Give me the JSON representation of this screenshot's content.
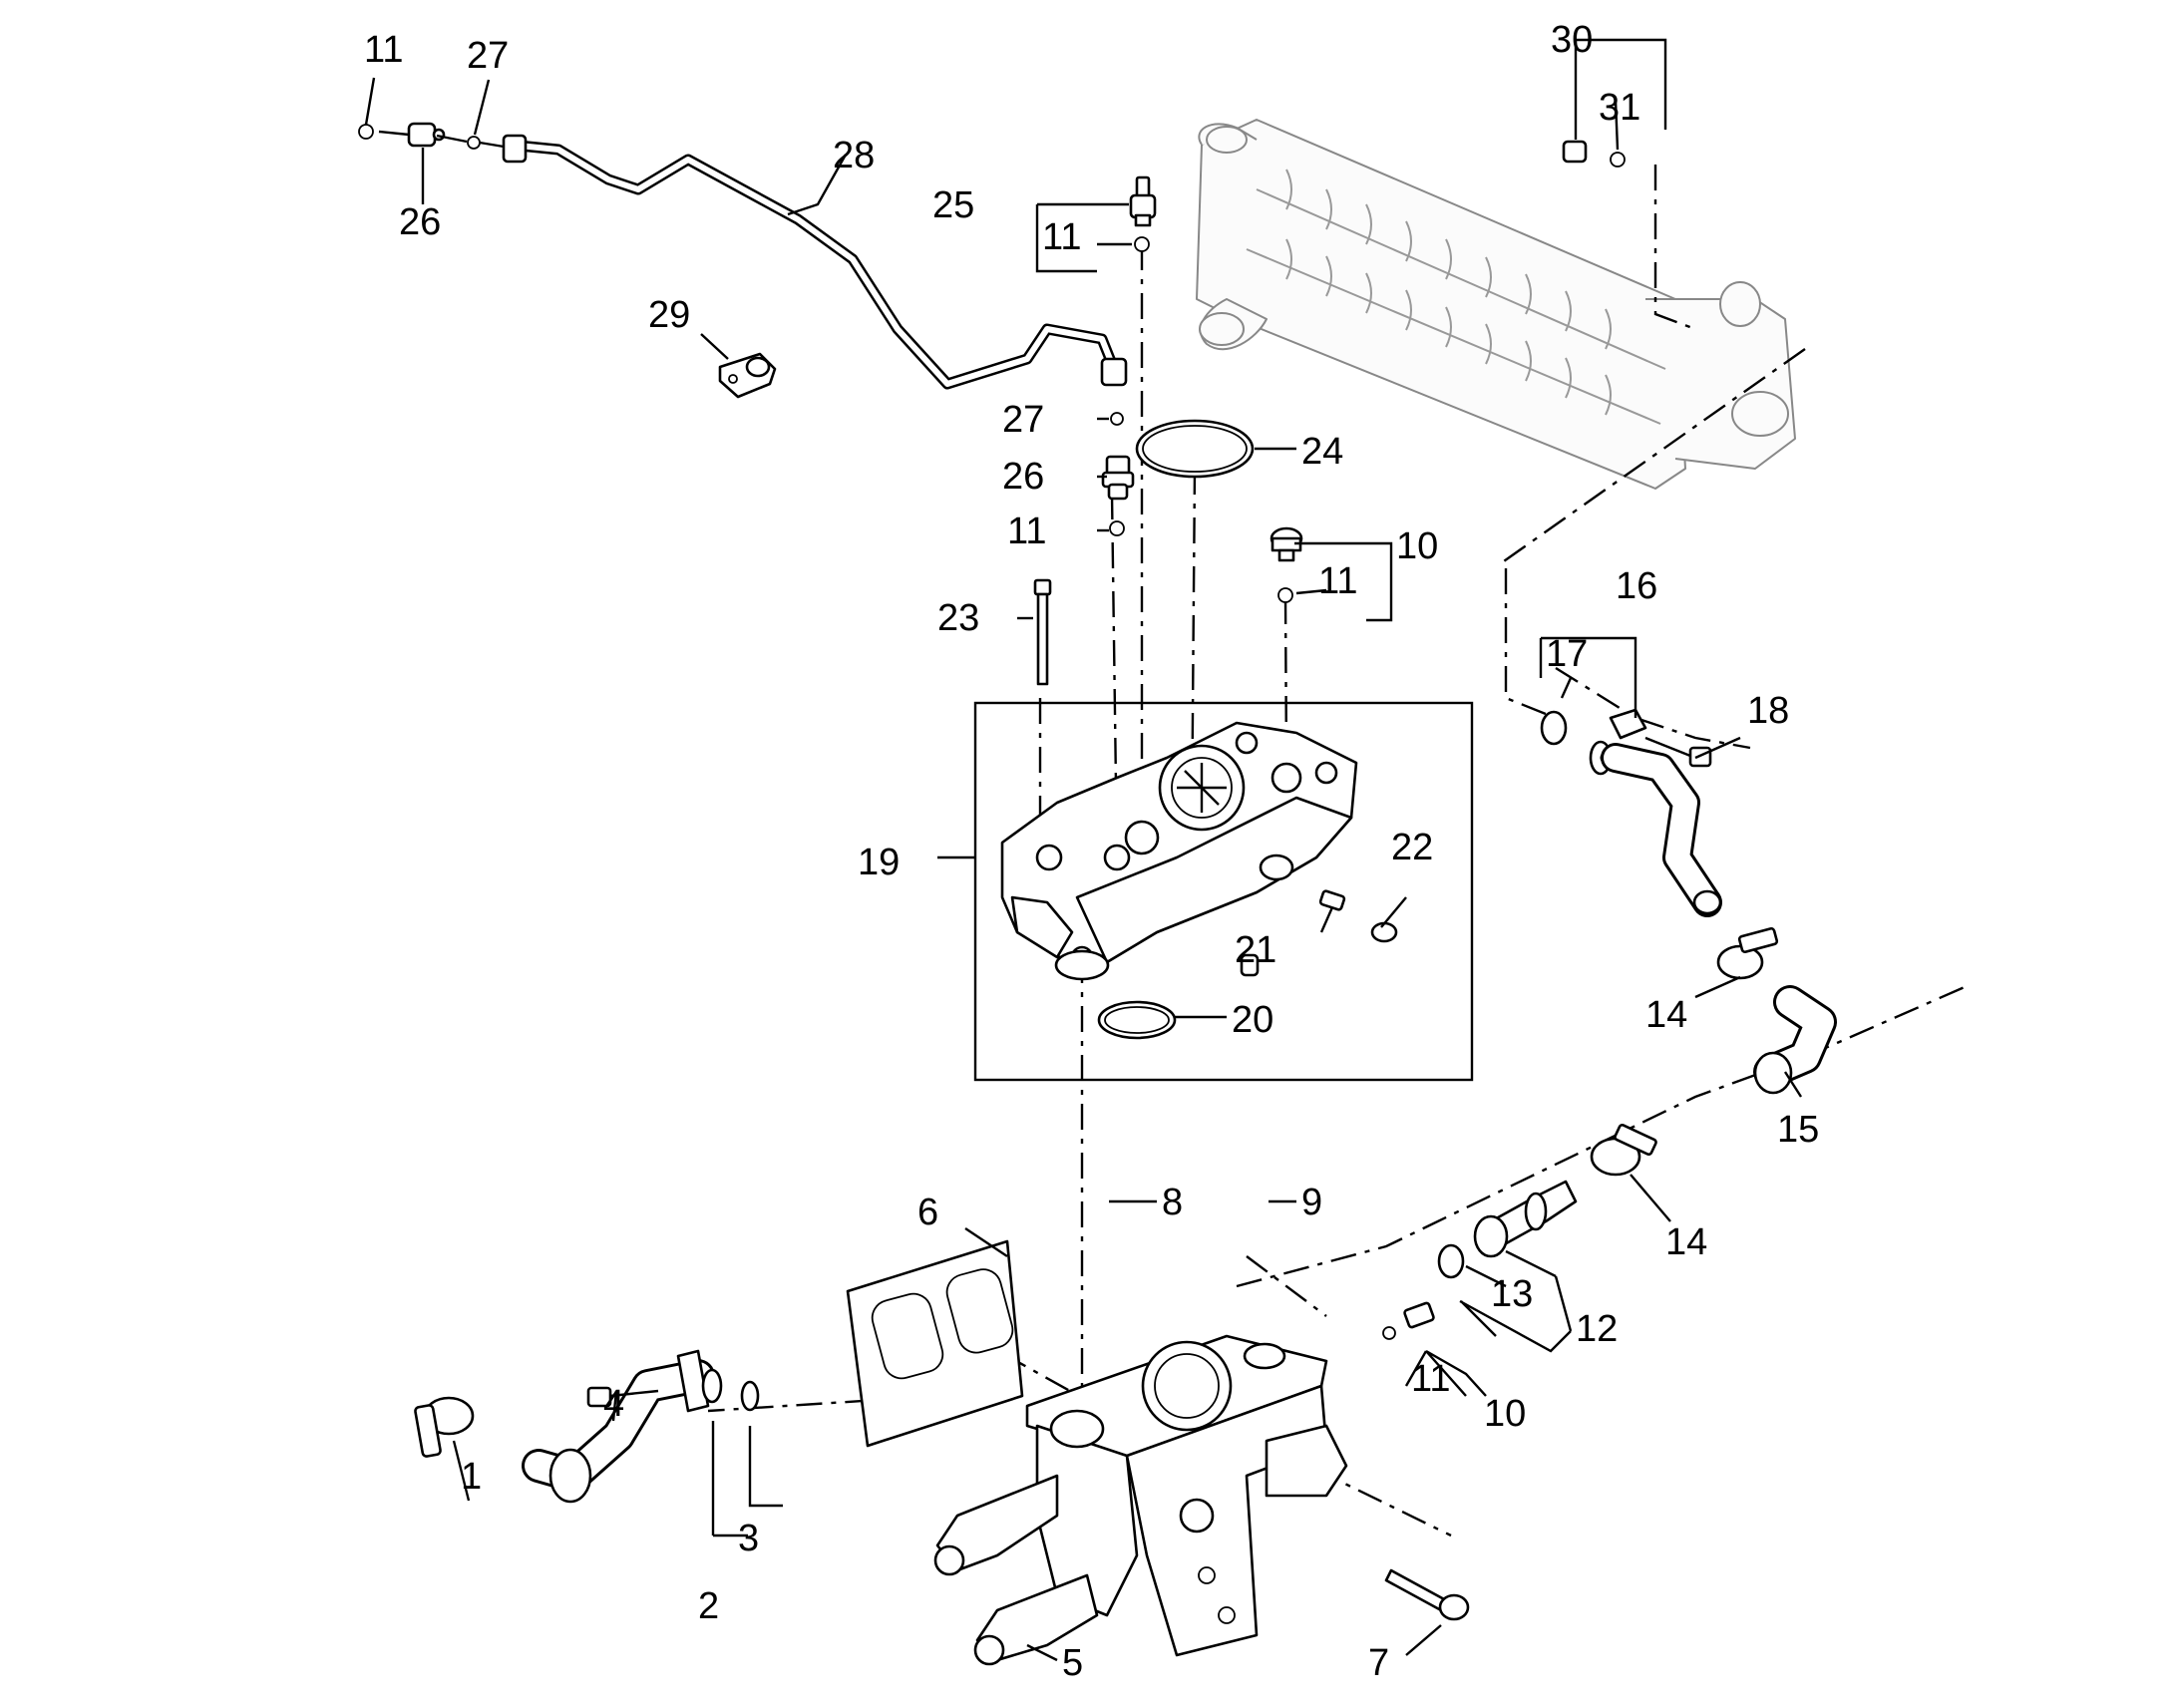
{
  "diagram": {
    "callouts": [
      {
        "id": "c1",
        "text": "1"
      },
      {
        "id": "c2",
        "text": "2"
      },
      {
        "id": "c3",
        "text": "3"
      },
      {
        "id": "c4",
        "text": "4"
      },
      {
        "id": "c5",
        "text": "5"
      },
      {
        "id": "c6",
        "text": "6"
      },
      {
        "id": "c7",
        "text": "7"
      },
      {
        "id": "c8",
        "text": "8"
      },
      {
        "id": "c9",
        "text": "9"
      },
      {
        "id": "c10a",
        "text": "10"
      },
      {
        "id": "c10b",
        "text": "10"
      },
      {
        "id": "c11a",
        "text": "11"
      },
      {
        "id": "c11b",
        "text": "11"
      },
      {
        "id": "c11c",
        "text": "11"
      },
      {
        "id": "c11d",
        "text": "11"
      },
      {
        "id": "c11e",
        "text": "11"
      },
      {
        "id": "c12",
        "text": "12"
      },
      {
        "id": "c13",
        "text": "13"
      },
      {
        "id": "c14a",
        "text": "14"
      },
      {
        "id": "c14b",
        "text": "14"
      },
      {
        "id": "c15",
        "text": "15"
      },
      {
        "id": "c16",
        "text": "16"
      },
      {
        "id": "c17",
        "text": "17"
      },
      {
        "id": "c18",
        "text": "18"
      },
      {
        "id": "c19",
        "text": "19"
      },
      {
        "id": "c20",
        "text": "20"
      },
      {
        "id": "c21",
        "text": "21"
      },
      {
        "id": "c22",
        "text": "22"
      },
      {
        "id": "c23",
        "text": "23"
      },
      {
        "id": "c24",
        "text": "24"
      },
      {
        "id": "c25",
        "text": "25"
      },
      {
        "id": "c26a",
        "text": "26"
      },
      {
        "id": "c26b",
        "text": "26"
      },
      {
        "id": "c27a",
        "text": "27"
      },
      {
        "id": "c27b",
        "text": "27"
      },
      {
        "id": "c28",
        "text": "28"
      },
      {
        "id": "c29",
        "text": "29"
      },
      {
        "id": "c30",
        "text": "30"
      },
      {
        "id": "c31",
        "text": "31"
      }
    ]
  }
}
